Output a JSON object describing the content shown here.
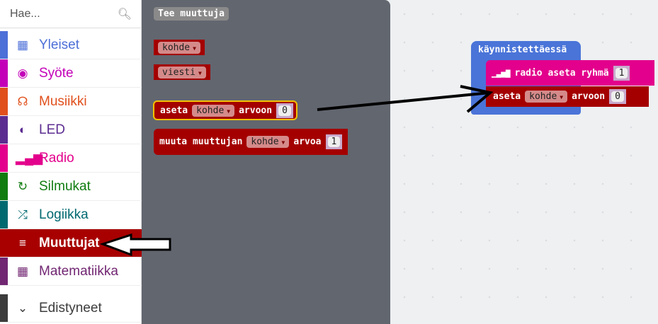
{
  "search": {
    "placeholder": "Hae..."
  },
  "categories": [
    {
      "label": "Yleiset",
      "icon": "grid-icon",
      "color": "#4c6fd8"
    },
    {
      "label": "Syöte",
      "icon": "circle-dot-icon",
      "color": "#c300b8"
    },
    {
      "label": "Musiikki",
      "icon": "headphones-icon",
      "color": "#e0501c"
    },
    {
      "label": "LED",
      "icon": "toggle-icon",
      "color": "#5c2d91"
    },
    {
      "label": "Radio",
      "icon": "signal-icon",
      "color": "#e3008c"
    },
    {
      "label": "Silmukat",
      "icon": "refresh-icon",
      "color": "#107c10"
    },
    {
      "label": "Logiikka",
      "icon": "shuffle-icon",
      "color": "#006970"
    },
    {
      "label": "Muuttujat",
      "icon": "list-icon",
      "color": "#a80000"
    },
    {
      "label": "Matematiikka",
      "icon": "calculator-icon",
      "color": "#712672"
    },
    {
      "label": "Edistyneet",
      "icon": "chevron-down-icon",
      "color": "#3c3c3c"
    }
  ],
  "flyout": {
    "make_variable": "Tee muuttuja",
    "var1": "kohde",
    "var2": "viesti",
    "set_block": {
      "prefix": "aseta",
      "var": "kohde",
      "suffix": "arvoon",
      "value": "0"
    },
    "change_block": {
      "prefix": "muuta muuttujan",
      "var": "kohde",
      "suffix": "arvoa",
      "value": "1"
    }
  },
  "workspace": {
    "on_start": "käynnistettäessä",
    "radio_block": {
      "label": "radio aseta ryhmä",
      "value": "1"
    },
    "set_block": {
      "prefix": "aseta",
      "var": "kohde",
      "suffix": "arvoon",
      "value": "0"
    }
  }
}
